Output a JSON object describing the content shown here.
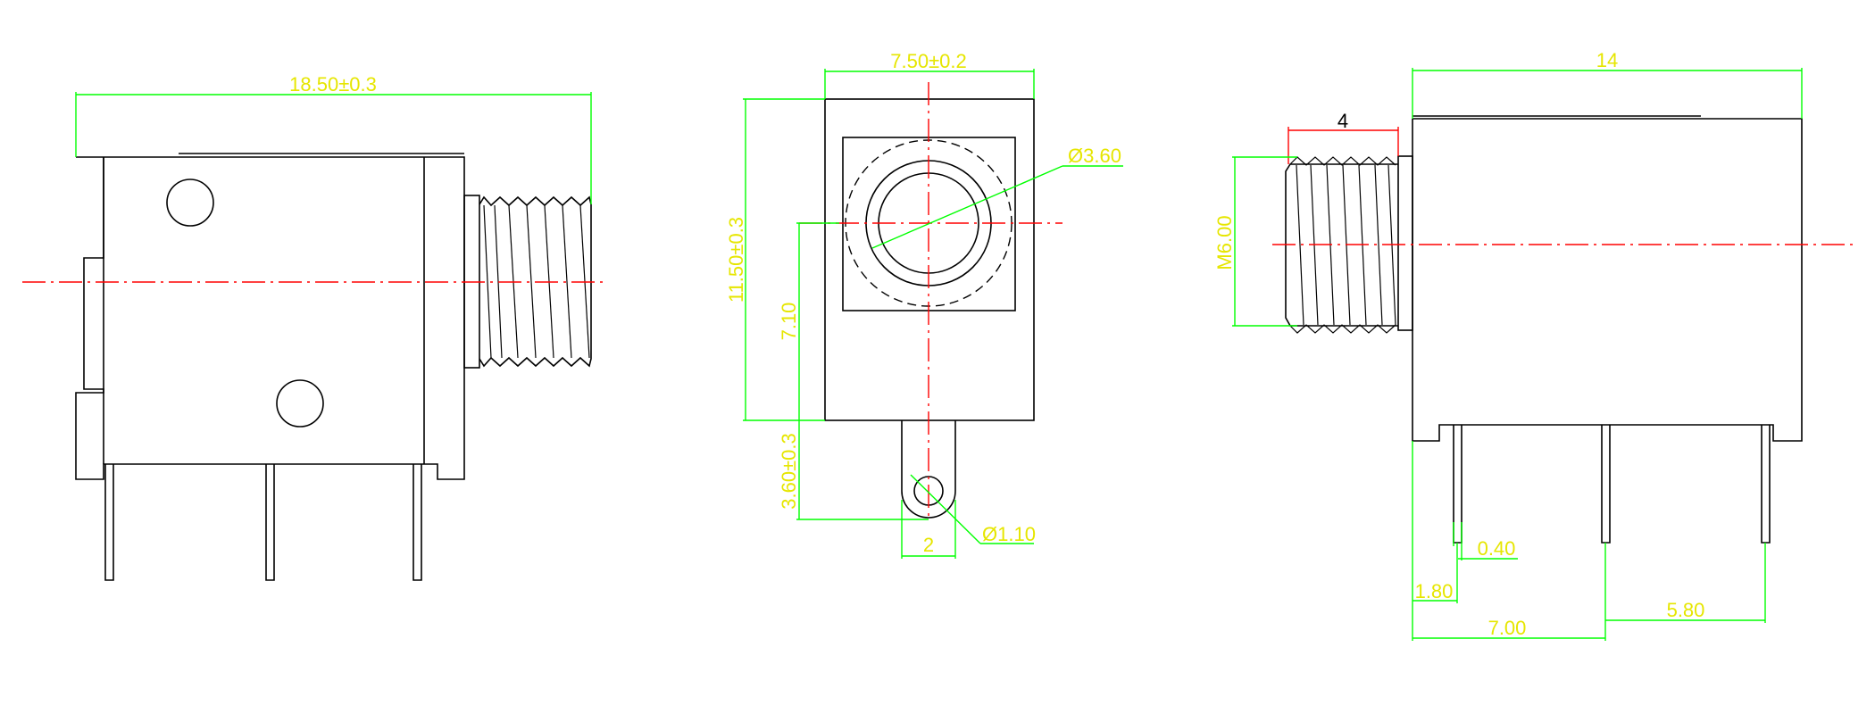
{
  "colors": {
    "outline": "#000000",
    "dimension": "#00ff00",
    "dimension_text": "#e6e600",
    "centerline": "#ff0000",
    "dark_text": "#000000"
  },
  "left_view": {
    "overall_length": "18.50±0.3"
  },
  "front_view": {
    "width": "7.50±0.2",
    "height": "11.50±0.3",
    "hole_diameter": "Ø3.60",
    "center_height": "7.10",
    "tab_length": "3.60±0.3",
    "tab_hole": "Ø1.10",
    "tab_width": "2"
  },
  "right_view": {
    "body_length": "14",
    "thread_length": "4",
    "thread_size": "M6.00",
    "pin_width": "0.40",
    "pin_offset": "1.80",
    "pin_spacing_1": "7.00",
    "pin_spacing_2": "5.80"
  }
}
